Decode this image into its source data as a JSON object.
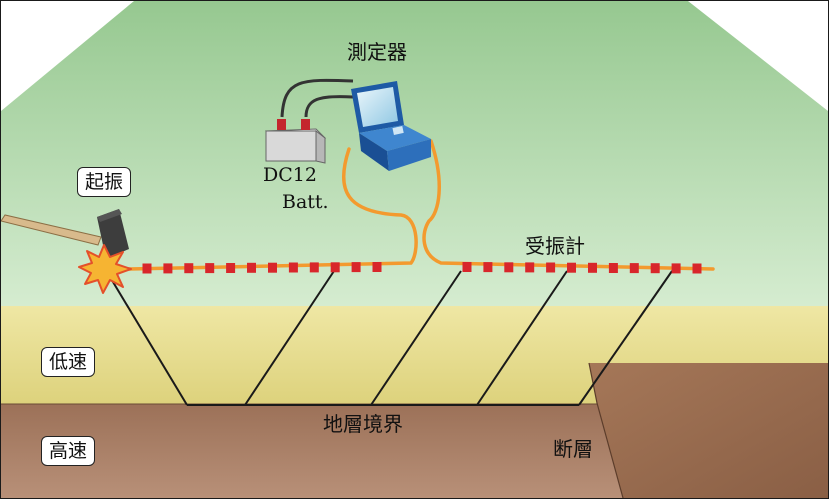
{
  "labels": {
    "impact": "起振",
    "measuring_device": "測定器",
    "battery_line1": "DC12",
    "battery_line2": "Batt.",
    "geophones": "受振計",
    "low_velocity_layer": "低速",
    "high_velocity_layer": "高速",
    "layer_boundary": "地層境界",
    "fault": "断層"
  },
  "colors": {
    "ground_surface_top": "#96c890",
    "ground_surface_bottom": "#d5ecd0",
    "low_velocity_layer": "#e7df90",
    "high_velocity_layer": "#a87d62",
    "fault_block": "#9c6e50",
    "cable": "#f39a2e",
    "geophone_marker": "#d8262b",
    "device_body": "#1f63ae",
    "hammer_handle": "#d6b98a",
    "hammer_head": "#3a3a3a"
  },
  "icons": {
    "impact": "explosion-burst-icon",
    "device": "laptop-recorder-icon",
    "battery": "battery-icon",
    "hammer": "hammer-icon"
  }
}
